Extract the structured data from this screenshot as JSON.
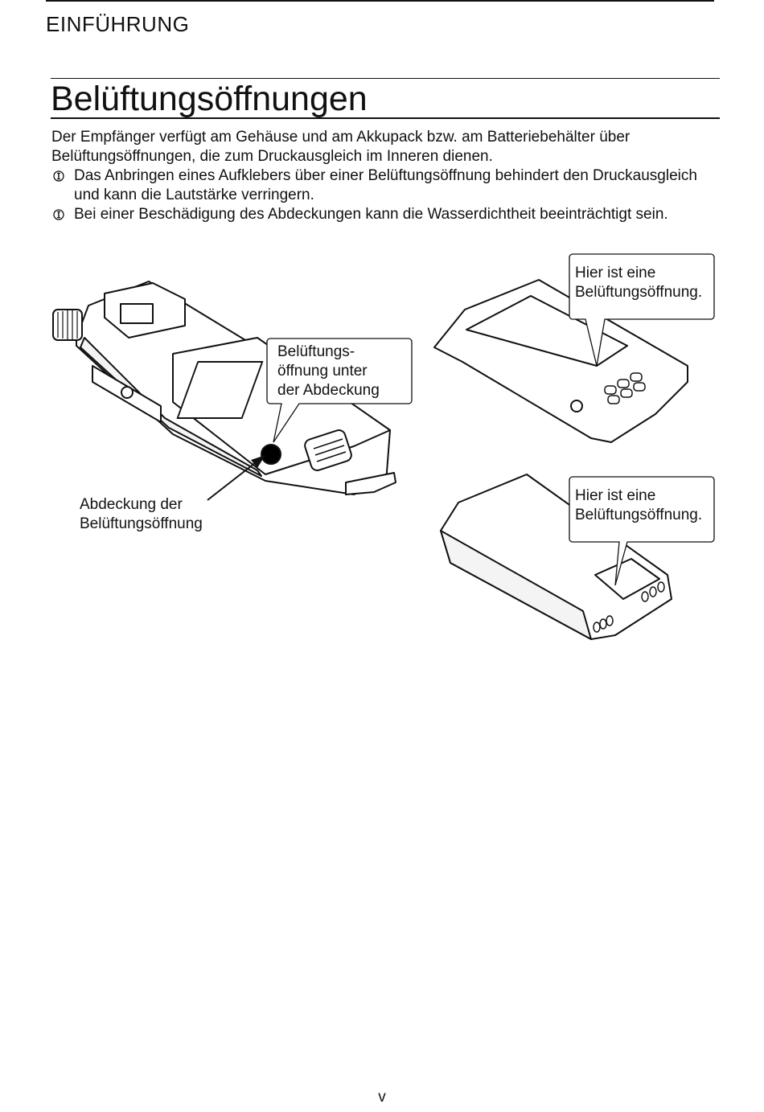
{
  "header": {
    "section": "EINFÜHRUNG"
  },
  "title": "Belüftungsöffnungen",
  "intro": "Der Empfänger verfügt am Gehäuse und am Akkupack bzw. am Batteriebehälter über Belüftungsöffnungen, die zum Druckausgleich im Inneren dienen.",
  "notes": [
    {
      "icon": "info-icon",
      "text": "Das Anbringen eines Aufklebers über einer Belüftungsöffnung behindert den Druckausgleich und kann die Lautstärke verringern."
    },
    {
      "icon": "info-icon",
      "text": "Bei einer Beschädigung des Abdeckungen kann die Wasserdichtheit beeinträchtigt sein."
    }
  ],
  "callouts": {
    "receiver_vent": "Belüftungs-\nöffnung unter\nder Abdeckung",
    "vent_cover": "Abdeckung der\nBelüftungsöffnung",
    "battery_pack_vent": "Hier ist eine\nBelüftungsöffnung.",
    "battery_case_vent": "Hier ist eine\nBelüftungsöffnung."
  },
  "footer": {
    "page_number": "v"
  }
}
